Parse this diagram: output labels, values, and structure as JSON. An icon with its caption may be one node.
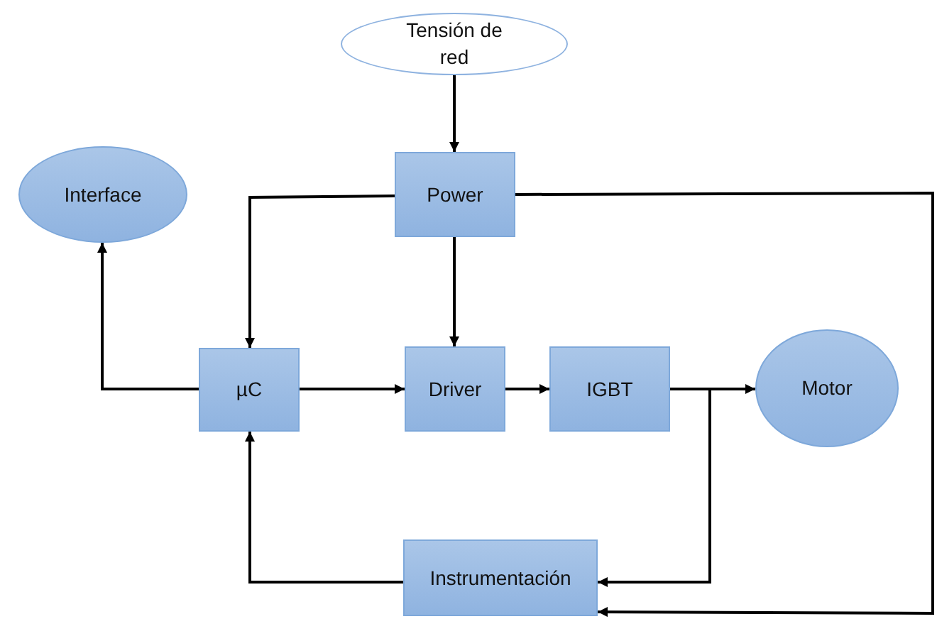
{
  "diagram": {
    "nodes": [
      {
        "text": [
          "Tensión de red"
        ]
      },
      {
        "text": [
          "Interface"
        ]
      },
      {
        "text": [
          "Power"
        ]
      },
      {
        "text": [
          "µC"
        ]
      },
      {
        "text": [
          "Driver"
        ]
      },
      {
        "text": [
          "IGBT"
        ]
      },
      {
        "text": [
          "Motor"
        ]
      },
      {
        "text": [
          "Instrumentación"
        ]
      }
    ],
    "edges": [
      {
        "from": 0,
        "to": 2,
        "arrow": "to"
      },
      {
        "from": 2,
        "to": 3,
        "arrow": "to"
      },
      {
        "from": 2,
        "to": 4,
        "arrow": "to"
      },
      {
        "from": 2,
        "to": 7,
        "arrow": "to"
      },
      {
        "from": 3,
        "to": 1,
        "arrow": "to"
      },
      {
        "from": 3,
        "to": 4,
        "arrow": "to"
      },
      {
        "from": 4,
        "to": 5,
        "arrow": "to"
      },
      {
        "from": 5,
        "to": 6,
        "arrow": "to"
      },
      {
        "from": 5,
        "to": 7,
        "arrow": "to"
      },
      {
        "from": 7,
        "to": 3,
        "arrow": "to"
      }
    ]
  }
}
